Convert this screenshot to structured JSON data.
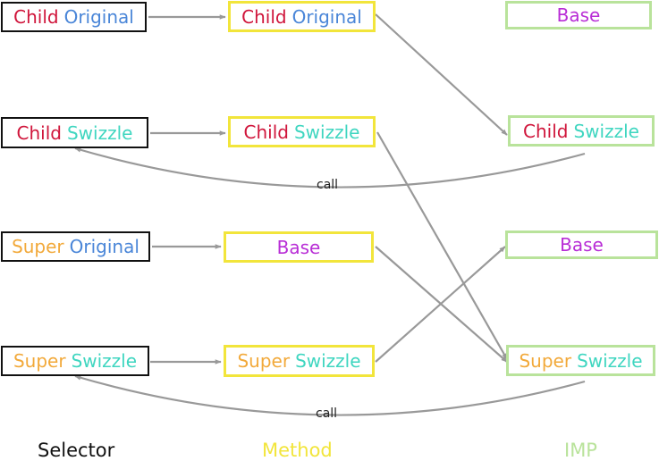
{
  "colors": {
    "child": "#d0153b",
    "super": "#f2a93a",
    "original": "#4a86d8",
    "swizzle": "#3fd6c0",
    "base": "#b82dd6",
    "selector_label": "#111111",
    "method_label": "#f2e53b",
    "imp_label": "#b9e39b",
    "arrow": "#999999"
  },
  "selectors": {
    "child_original": {
      "w1": "Child",
      "w2": "Original"
    },
    "child_swizzle": {
      "w1": "Child",
      "w2": "Swizzle"
    },
    "super_original": {
      "w1": "Super",
      "w2": "Original"
    },
    "super_swizzle": {
      "w1": "Super",
      "w2": "Swizzle"
    }
  },
  "methods": {
    "child_original": {
      "w1": "Child",
      "w2": "Original"
    },
    "child_swizzle": {
      "w1": "Child",
      "w2": "Swizzle"
    },
    "base": {
      "text": "Base"
    },
    "super_swizzle": {
      "w1": "Super",
      "w2": "Swizzle"
    }
  },
  "imps": {
    "base_top": {
      "text": "Base"
    },
    "child_swizzle": {
      "w1": "Child",
      "w2": "Swizzle"
    },
    "base_mid": {
      "text": "Base"
    },
    "super_swizzle": {
      "w1": "Super",
      "w2": "Swizzle"
    }
  },
  "call_labels": {
    "upper": "call",
    "lower": "call"
  },
  "column_labels": {
    "selector": "Selector",
    "method": "Method",
    "imp": "IMP"
  }
}
